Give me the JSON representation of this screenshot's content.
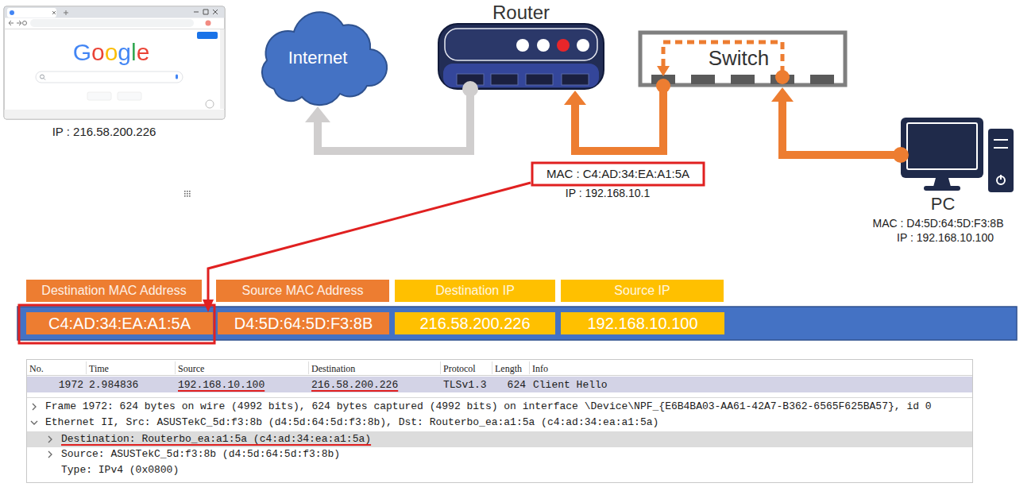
{
  "diagram": {
    "nodes": [
      {
        "text": [
          "Google",
          "IP : 216.58.200.226"
        ]
      },
      {
        "text": [
          "Internet"
        ]
      },
      {
        "text": [
          "Router"
        ]
      },
      {
        "text": [
          "Switch"
        ]
      },
      {
        "text": [
          "MAC : C4:AD:34:EA:A1:5A",
          "IP : 192.168.10.1"
        ]
      },
      {
        "text": [
          "PC",
          "MAC : D4:5D:64:5D:F3:8B",
          "IP : 192.168.10.100"
        ]
      },
      {
        "text": [
          "Destination MAC Address"
        ]
      },
      {
        "text": [
          "Source MAC Address"
        ]
      },
      {
        "text": [
          "Destination IP"
        ]
      },
      {
        "text": [
          "Source IP"
        ]
      },
      {
        "text": [
          "C4:AD:34:EA:A1:5A"
        ]
      },
      {
        "text": [
          "D4:5D:64:5D:F3:8B"
        ]
      },
      {
        "text": [
          "216.58.200.226"
        ]
      },
      {
        "text": [
          "192.168.10.100"
        ]
      }
    ],
    "edges": [
      {
        "from": 3,
        "to": 2,
        "arrow": "to"
      },
      {
        "from": 5,
        "to": 3,
        "arrow": "to"
      },
      {
        "from": 2,
        "to": 1,
        "arrow": "to"
      },
      {
        "from": 4,
        "to": 10,
        "arrow": "to"
      }
    ],
    "labels": [
      "No.",
      "Time",
      "Source",
      "Destination",
      "Protocol",
      "Length",
      "Info",
      "1972",
      "2.984836",
      "192.168.10.100",
      "216.58.200.226",
      "TLSv1.3",
      "624",
      "Client Hello",
      "Frame 1972: 624 bytes on wire (4992 bits), 624 bytes captured (4992 bits) on interface \\Device\\NPF_{E6B4BA03-AA61-42A7-B362-6565F625BA57}, id 0",
      "Ethernet II, Src: ASUSTekC_5d:f3:8b (d4:5d:64:5d:f3:8b), Dst: Routerbo_ea:a1:5a (c4:ad:34:ea:a1:5a)",
      "Destination: Routerbo_ea:a1:5a (c4:ad:34:ea:a1:5a)",
      "Source: ASUSTekC_5d:f3:8b (d4:5d:64:5d:f3:8b)",
      "Type: IPv4 (0x0800)"
    ]
  }
}
